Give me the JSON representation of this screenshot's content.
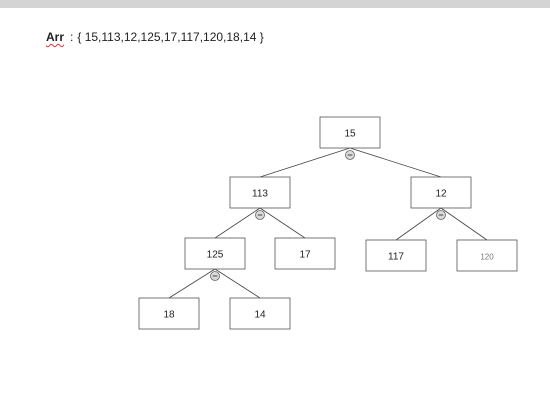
{
  "array": {
    "name": "Arr",
    "separator": ":",
    "values_text": "{ 15,113,12,125,17,117,120,18,14 }"
  },
  "tree": {
    "nodes": [
      {
        "id": "n15",
        "label": "15"
      },
      {
        "id": "n113",
        "label": "113"
      },
      {
        "id": "n12",
        "label": "12"
      },
      {
        "id": "n125",
        "label": "125"
      },
      {
        "id": "n17",
        "label": "17"
      },
      {
        "id": "n117",
        "label": "117"
      },
      {
        "id": "n120",
        "label": "120"
      },
      {
        "id": "n18",
        "label": "18"
      },
      {
        "id": "n14",
        "label": "14"
      }
    ],
    "edges": [
      [
        "n15",
        "n113"
      ],
      [
        "n15",
        "n12"
      ],
      [
        "n113",
        "n125"
      ],
      [
        "n113",
        "n17"
      ],
      [
        "n12",
        "n117"
      ],
      [
        "n12",
        "n120"
      ],
      [
        "n125",
        "n18"
      ],
      [
        "n125",
        "n14"
      ]
    ],
    "collapse_markers": [
      "n15",
      "n113",
      "n12",
      "n125"
    ]
  },
  "colors": {
    "border": "#555555",
    "edge": "#444444",
    "text": "#222222",
    "marker_fill": "#d9d9d9"
  }
}
